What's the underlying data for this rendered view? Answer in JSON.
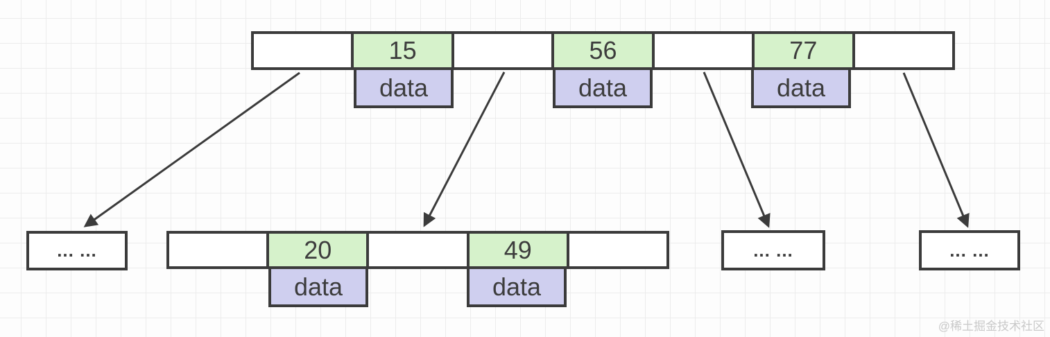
{
  "colors": {
    "key_cell_fill": "#d6f2cb",
    "data_box_fill": "#cfcfef",
    "border": "#3b3b3b",
    "grid_line": "#ececec",
    "background": "#fdfdfd",
    "watermark_text": "#c9c9c9"
  },
  "root_node": {
    "keys": [
      {
        "value": "15",
        "data_label": "data"
      },
      {
        "value": "56",
        "data_label": "data"
      },
      {
        "value": "77",
        "data_label": "data"
      }
    ]
  },
  "leaves": {
    "far_left": {
      "label": "... ..."
    },
    "middle": {
      "keys": [
        {
          "value": "20",
          "data_label": "data"
        },
        {
          "value": "49",
          "data_label": "data"
        }
      ]
    },
    "right": {
      "label": "... ..."
    },
    "far_right": {
      "label": "... ..."
    }
  },
  "watermark": "@稀土掘金技术社区"
}
